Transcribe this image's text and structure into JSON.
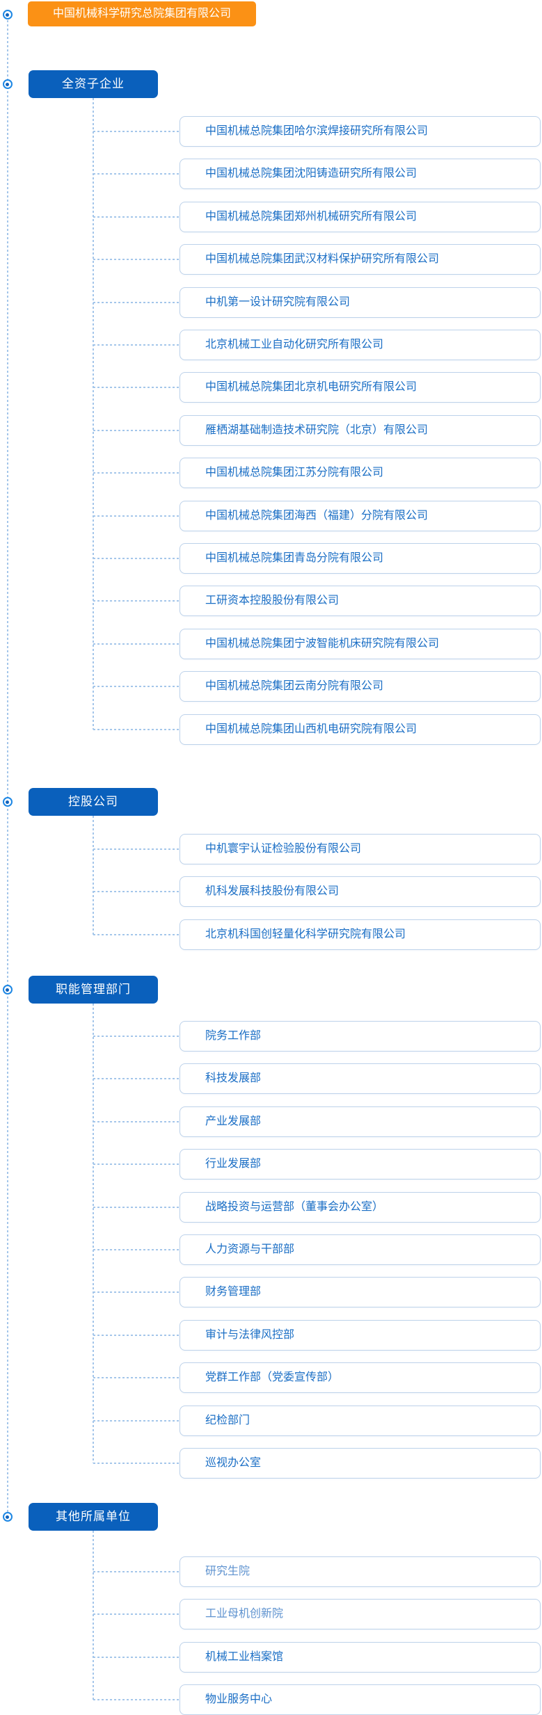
{
  "root": {
    "label": "中国机械科学研究总院集团有限公司"
  },
  "sections": [
    {
      "label": "全资子企业",
      "items": [
        {
          "label": "中国机械总院集团哈尔滨焊接研究所有限公司"
        },
        {
          "label": "中国机械总院集团沈阳铸造研究所有限公司"
        },
        {
          "label": "中国机械总院集团郑州机械研究所有限公司"
        },
        {
          "label": "中国机械总院集团武汉材料保护研究所有限公司"
        },
        {
          "label": "中机第一设计研究院有限公司"
        },
        {
          "label": "北京机械工业自动化研究所有限公司"
        },
        {
          "label": "中国机械总院集团北京机电研究所有限公司"
        },
        {
          "label": "雁栖湖基础制造技术研究院（北京）有限公司"
        },
        {
          "label": "中国机械总院集团江苏分院有限公司"
        },
        {
          "label": "中国机械总院集团海西（福建）分院有限公司"
        },
        {
          "label": "中国机械总院集团青岛分院有限公司"
        },
        {
          "label": "工研资本控股股份有限公司"
        },
        {
          "label": "中国机械总院集团宁波智能机床研究院有限公司"
        },
        {
          "label": "中国机械总院集团云南分院有限公司"
        },
        {
          "label": "中国机械总院集团山西机电研究院有限公司"
        }
      ]
    },
    {
      "label": "控股公司",
      "items": [
        {
          "label": "中机寰宇认证检验股份有限公司"
        },
        {
          "label": "机科发展科技股份有限公司"
        },
        {
          "label": "北京机科国创轻量化科学研究院有限公司"
        }
      ]
    },
    {
      "label": "职能管理部门",
      "items": [
        {
          "label": "院务工作部"
        },
        {
          "label": "科技发展部"
        },
        {
          "label": "产业发展部"
        },
        {
          "label": "行业发展部"
        },
        {
          "label": "战略投资与运营部（董事会办公室）"
        },
        {
          "label": "人力资源与干部部"
        },
        {
          "label": "财务管理部"
        },
        {
          "label": "审计与法律风控部"
        },
        {
          "label": "党群工作部（党委宣传部）"
        },
        {
          "label": "纪检部门"
        },
        {
          "label": "巡视办公室"
        }
      ]
    },
    {
      "label": "其他所属单位",
      "items": [
        {
          "label": "研究生院",
          "muted": true
        },
        {
          "label": "工业母机创新院",
          "muted": true
        },
        {
          "label": "机械工业档案馆"
        },
        {
          "label": "物业服务中心"
        }
      ]
    }
  ],
  "colors": {
    "root_bg": "#FB9115",
    "section_bg": "#0A60BC",
    "item_text": "#1A6EC5",
    "item_text_muted": "#5E92CF",
    "item_border": "#BDD2EA",
    "connector": "#A4C6EA",
    "bullet_ring": "#1D87E4",
    "bullet_dot": "#0F62BD"
  }
}
